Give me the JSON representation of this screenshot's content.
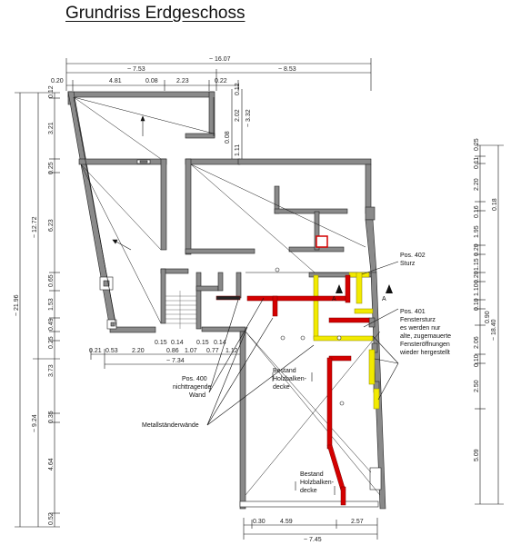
{
  "title": "Grundriss Erdgeschoss",
  "colors": {
    "wall": "#8a8a8a",
    "new_wall": "#d40000",
    "lintel": "#f2ea00",
    "line": "#111111"
  },
  "labels": {
    "pos402": [
      "Pos. 402",
      "Sturz"
    ],
    "pos401": [
      "Pos. 401",
      "Fenstersturz",
      "es werden nur",
      "alte, zugemauerte",
      "Fensteröffnungen",
      "wieder hergestellt"
    ],
    "pos400": [
      "Pos. 400",
      "nichttragende",
      "Wand"
    ],
    "metall": "Metallständerwände",
    "bestand1": [
      "Bestand",
      "Holzbalken-",
      "decke"
    ],
    "bestand2": [
      "Bestand",
      "Holzbalken-",
      "decke"
    ],
    "section_a": "A"
  },
  "dims": {
    "top_total": "~ 16.07",
    "top_left": "~ 7.53",
    "top_right": "~ 8.53",
    "top_row": [
      "0.20",
      "4.81",
      "0.08",
      "2.23",
      "0.22"
    ],
    "inner_v": [
      "0.12",
      "2.02",
      "~ 3.32",
      "0.08",
      "1.11"
    ],
    "left_outer": "~ 21.96",
    "left_mid": "~ 12.72",
    "left_lower": "~ 9.24",
    "left_col": [
      "0.12",
      "3.21",
      "0.25",
      "6.23",
      "0.65",
      "1.53",
      "0.49",
      "0.25",
      "3.73",
      "0.35",
      "4.64",
      "0.52"
    ],
    "mid_row": [
      "0.21",
      "0.53",
      "2.20",
      "0.15",
      "0.14",
      "0.86",
      "1.07",
      "0.15",
      "0.14",
      "0.77",
      "1.12"
    ],
    "mid_total": "~ 7.34",
    "bottom_row": [
      "0.30",
      "4.59",
      "2.57"
    ],
    "bottom_total": "~ 7.45",
    "right_outer": "~ 18.40",
    "right_col": [
      "0.25",
      "0.11",
      "2.20",
      "0.16",
      "0.18",
      "1.95",
      "0.20",
      "1.15",
      "0.20",
      "1.10",
      "0.10",
      "0.90",
      "2.06",
      "0.10",
      "2.50",
      "5.09"
    ]
  }
}
